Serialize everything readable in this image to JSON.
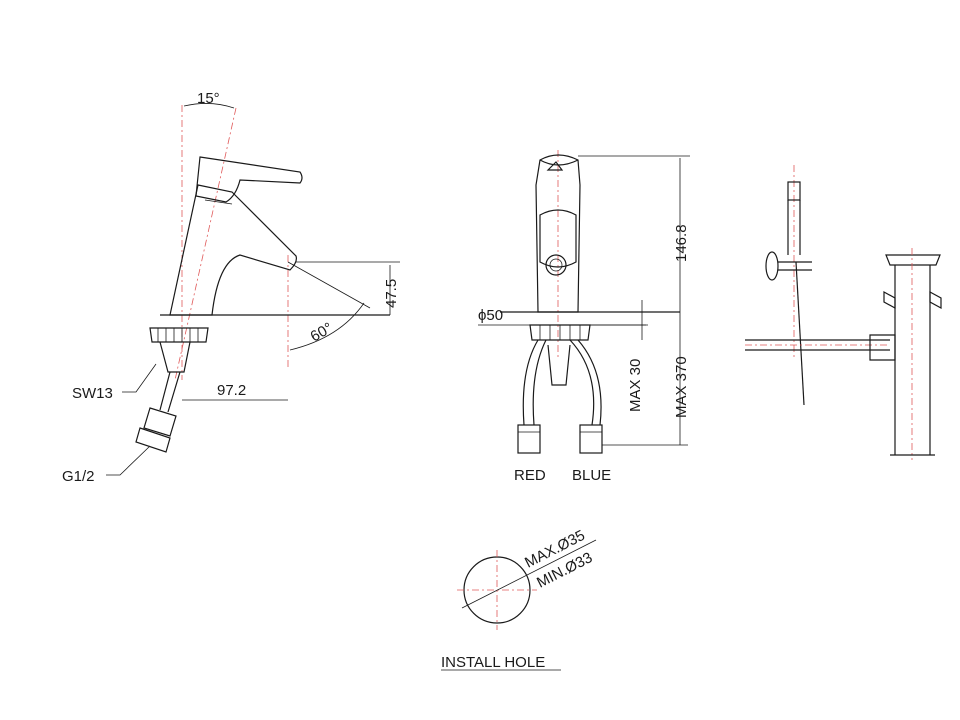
{
  "side_view": {
    "angle_top": "15°",
    "angle_spout": "60°",
    "height_spout": "47.5",
    "reach": "97.2",
    "wrench_size": "SW13",
    "thread": "G1/2"
  },
  "front_view": {
    "diameter": "ϕ50",
    "height_body": "146.8",
    "max_deck": "MAX 30",
    "max_total": "MAX 370",
    "hose_red": "RED",
    "hose_blue": "BLUE"
  },
  "install_hole": {
    "max_diameter": "MAX.Ø35",
    "min_diameter": "MIN.Ø33",
    "caption": "INSTALL HOLE"
  }
}
